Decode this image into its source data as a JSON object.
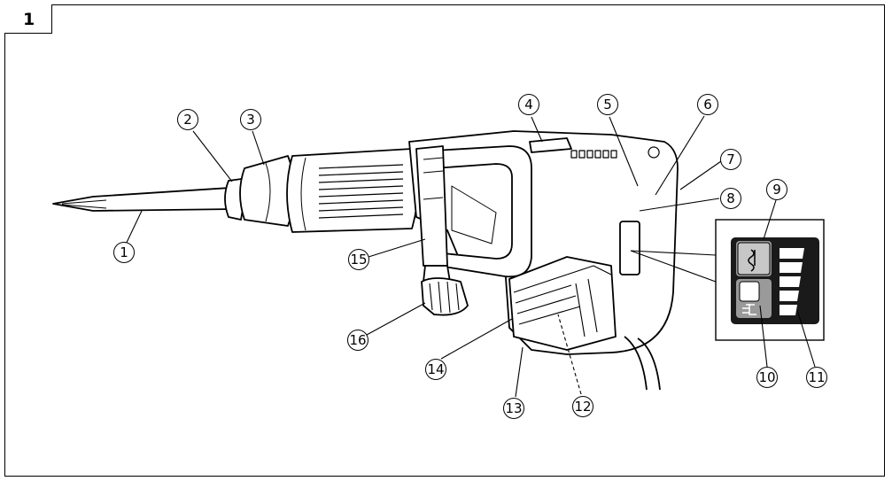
{
  "figure": {
    "number": "1"
  },
  "callouts": [
    {
      "id": "c1",
      "label": "1"
    },
    {
      "id": "c2",
      "label": "2"
    },
    {
      "id": "c3",
      "label": "3"
    },
    {
      "id": "c4",
      "label": "4"
    },
    {
      "id": "c5",
      "label": "5"
    },
    {
      "id": "c6",
      "label": "6"
    },
    {
      "id": "c7",
      "label": "7"
    },
    {
      "id": "c8",
      "label": "8"
    },
    {
      "id": "c9",
      "label": "9"
    },
    {
      "id": "c10",
      "label": "10"
    },
    {
      "id": "c11",
      "label": "11"
    },
    {
      "id": "c12",
      "label": "12"
    },
    {
      "id": "c13",
      "label": "13"
    },
    {
      "id": "c14",
      "label": "14"
    },
    {
      "id": "c15",
      "label": "15"
    },
    {
      "id": "c16",
      "label": "16"
    }
  ],
  "panel": {
    "icons": [
      "drill-bit-icon",
      "power-plug-icon"
    ],
    "indicator_levels": 5
  }
}
